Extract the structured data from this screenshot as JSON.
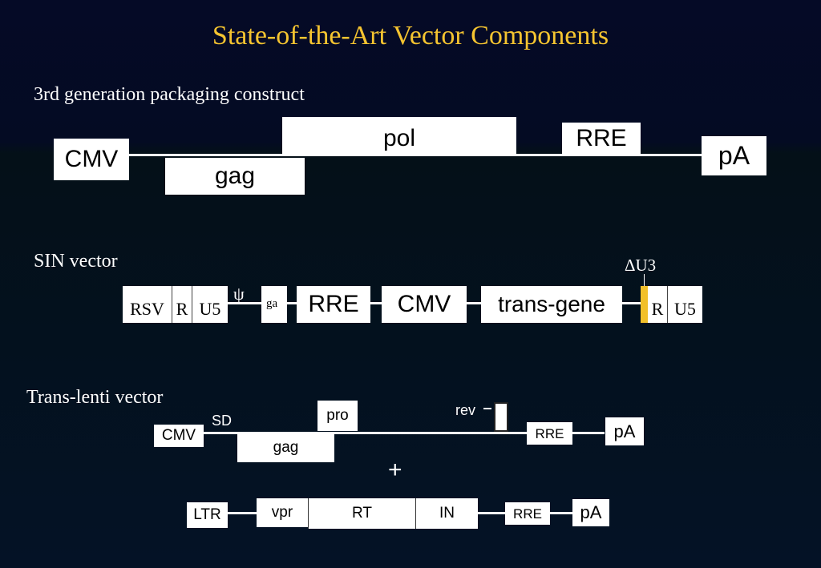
{
  "title": "State-of-the-Art Vector Components",
  "packaging": {
    "label": "3rd generation packaging construct",
    "cmv": "CMV",
    "pol": "pol",
    "gag": "gag",
    "rre": "RRE",
    "pa": "pA"
  },
  "sin": {
    "label": "SIN vector",
    "rsv": "RSV",
    "r1": "R",
    "u5a": "U5",
    "psi": "ψ",
    "ga": "ga",
    "rre": "RRE",
    "cmv": "CMV",
    "transgene": "trans-gene",
    "du3": "ΔU3",
    "r2": "R",
    "u5b": "U5"
  },
  "trans": {
    "label": "Trans-lenti vector",
    "cmv": "CMV",
    "sd": "SD",
    "pro": "pro",
    "gag": "gag",
    "rev": "rev",
    "rre": "RRE",
    "pa": "pA",
    "plus": "+",
    "ltr": "LTR",
    "vpr": "vpr",
    "rt": "RT",
    "in": "IN",
    "rre2": "RRE",
    "pa2": "pA"
  },
  "colors": {
    "title": "#f5c430",
    "text": "#ffffff",
    "du3_marker": "#f2c02a"
  }
}
